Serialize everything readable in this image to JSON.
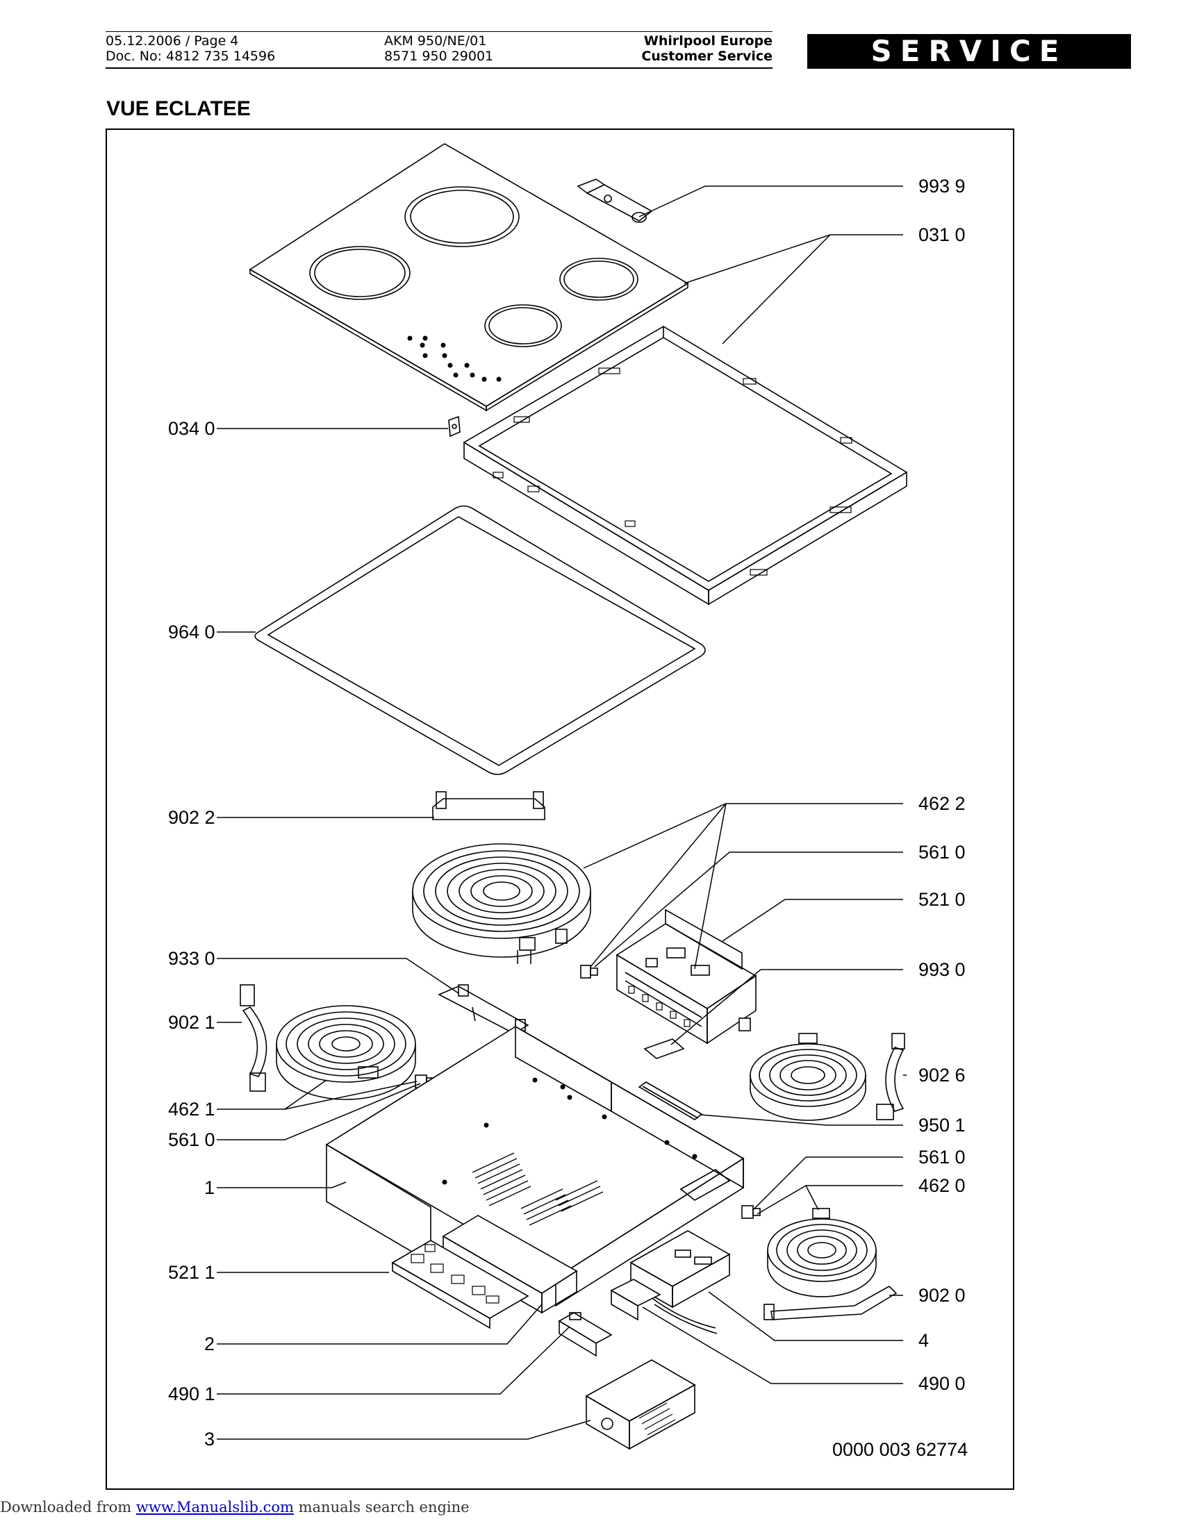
{
  "header": {
    "date_page": "05.12.2006 / Page 4",
    "doc_no": "Doc. No: 4812 735 14596",
    "model": "AKM 950/NE/01",
    "model_code": "8571 950 29001",
    "company": "Whirlpool Europe",
    "department": "Customer Service",
    "service_badge": "SERVICE"
  },
  "title": "VUE ECLATEE",
  "labels": {
    "l_993_9": "993 9",
    "l_031_0": "031 0",
    "l_034_0": "034 0",
    "l_964_0": "964 0",
    "l_462_2": "462 2",
    "l_902_2": "902 2",
    "l_561_0_a": "561 0",
    "l_521_0": "521 0",
    "l_933_0": "933 0",
    "l_993_0": "993 0",
    "l_902_1": "902 1",
    "l_902_6": "902 6",
    "l_462_1": "462 1",
    "l_950_1": "950 1",
    "l_561_0_b": "561 0",
    "l_561_0_c": "561 0",
    "l_1": "1",
    "l_462_0": "462 0",
    "l_521_1": "521 1",
    "l_902_0": "902 0",
    "l_2": "2",
    "l_4": "4",
    "l_490_1": "490 1",
    "l_490_0": "490 0",
    "l_3": "3",
    "drawing_no": "0000 003 62774"
  },
  "footer": {
    "prefix": "Downloaded from ",
    "link": "www.Manualslib.com",
    "suffix": " manuals search engine"
  }
}
